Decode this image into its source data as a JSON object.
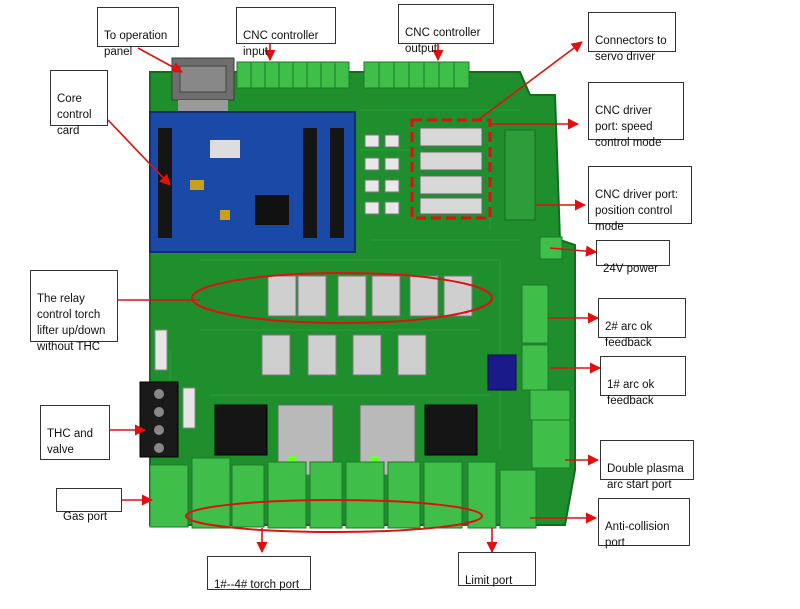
{
  "board": {
    "colors": {
      "pcb": "#1e8f2c",
      "pcb_dark": "#146b1e",
      "card": "#1b49a8",
      "terminal": "#3fbf4a",
      "relay": "#cfcfcf",
      "annotation": "#e01010"
    }
  },
  "labels": {
    "operation_panel": "To operation\npanel",
    "cnc_input": "CNC    controller\ninput",
    "cnc_output": "CNC    controller\noutput",
    "servo_connectors": "Connectors to\nservo driver",
    "core_card": "Core\ncontrol\ncard",
    "speed_mode": "CNC        driver\nport:        speed\ncontrol mode",
    "position_mode": "CNC driver port:\nposition    control\nmode",
    "power_24v": "24V power",
    "relay_torch": "The              relay\ncontrol      torch\nlifter up/down\nwithout THC",
    "arc_ok_2": "2#    arc    ok\nfeedback",
    "arc_ok_1": "1#    arc    ok\nfeedback",
    "thc_valve": "THC        and\nvalve",
    "double_plasma": "Double   plasma\narc start port",
    "gas_port": "Gas port",
    "anti_collision": "Anti-collision\nport",
    "torch_port": "1#--4# torch port",
    "limit_port": "Limit port"
  }
}
